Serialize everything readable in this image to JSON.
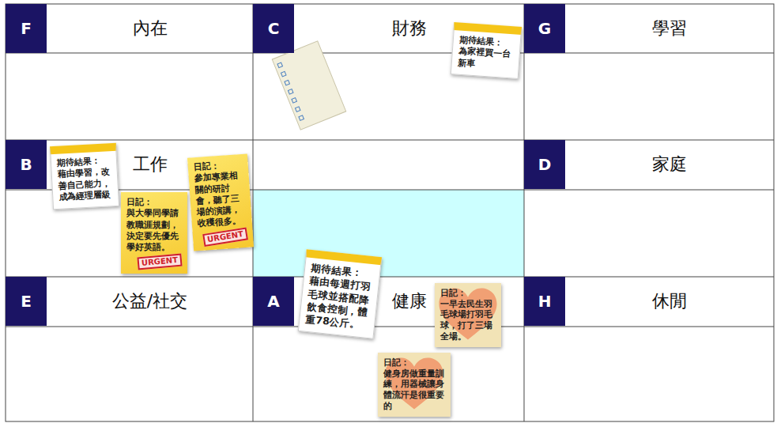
{
  "diagram": {
    "nodes": [
      {
        "text": [
          "F",
          "內在"
        ]
      },
      {
        "text": [
          "C",
          "財務"
        ]
      },
      {
        "text": [
          "G",
          "學習"
        ]
      },
      {
        "text": [
          "B",
          "工作"
        ]
      },
      {
        "text": [
          "D",
          "家庭"
        ]
      },
      {
        "text": [
          "E",
          "公益/社交"
        ]
      },
      {
        "text": [
          "A",
          "健康"
        ]
      },
      {
        "text": [
          "H",
          "休閒"
        ]
      },
      {
        "text": [
          "期待結果：",
          "為家裡買一台新車"
        ],
        "in": 1
      },
      {
        "text": [
          "期待結果：",
          "藉由學習，改善自己能力，成為經理層級"
        ],
        "in": 3
      },
      {
        "text": [
          "日記：",
          "參加專業相關的研討會，聽了三場的演講，收穫很多。",
          "URGENT"
        ],
        "in": 3
      },
      {
        "text": [
          "日記：",
          "與大學同學請教職涯規劃，決定要先優先學好英語。",
          "URGENT"
        ],
        "in": 3
      },
      {
        "text": [
          "期待結果：",
          "藉由每週打羽毛球並搭配降飲食控制，體重78公斤。"
        ],
        "in": 6
      },
      {
        "text": [
          "日記：",
          "一早去民生羽毛球場打羽毛球，打了三場全場。"
        ],
        "in": 6
      },
      {
        "text": [
          "日記：",
          "健身房做重量訓練，用器械讓身體流汗是很重要的"
        ],
        "in": 6
      }
    ]
  }
}
